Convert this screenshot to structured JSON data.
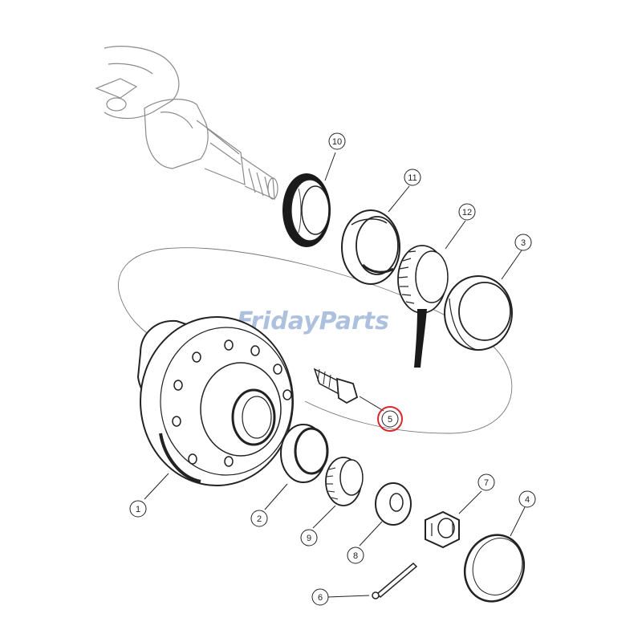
{
  "watermark": "FridayParts",
  "highlight_color": "#d9262c",
  "line_color": "#222222",
  "callouts": [
    {
      "id": "1",
      "label": "1"
    },
    {
      "id": "2",
      "label": "2"
    },
    {
      "id": "3",
      "label": "3"
    },
    {
      "id": "4",
      "label": "4"
    },
    {
      "id": "5",
      "label": "5",
      "highlighted": true
    },
    {
      "id": "6",
      "label": "6"
    },
    {
      "id": "7",
      "label": "7"
    },
    {
      "id": "8",
      "label": "8"
    },
    {
      "id": "9",
      "label": "9"
    },
    {
      "id": "10",
      "label": "10"
    },
    {
      "id": "11",
      "label": "11"
    },
    {
      "id": "12",
      "label": "12"
    }
  ]
}
